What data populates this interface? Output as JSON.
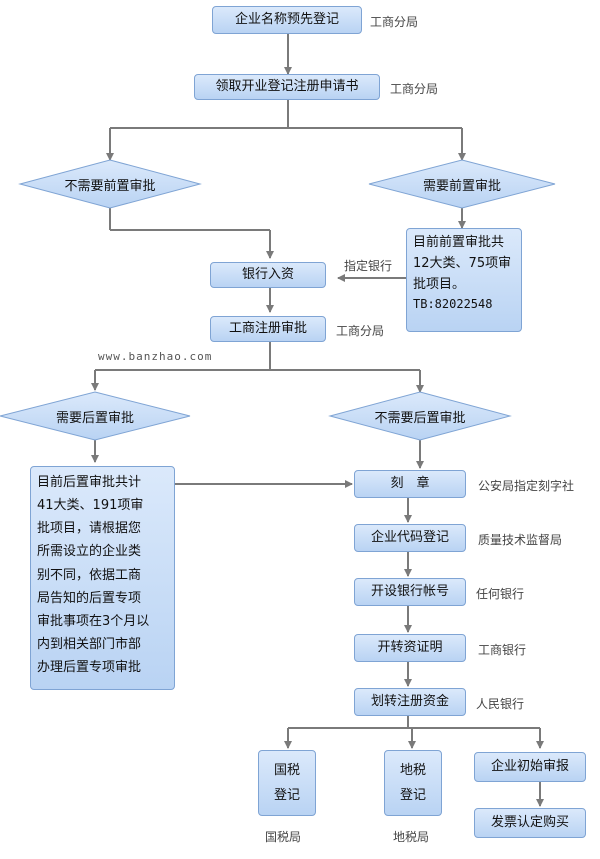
{
  "top": {
    "name_prereg": "企业名称预先登记",
    "name_prereg_note": "工商分局",
    "apply_form": "领取开业登记注册申请书",
    "apply_form_note": "工商分局"
  },
  "pre_approval": {
    "no_pre": "不需要前置审批",
    "need_pre": "需要前置审批",
    "info_lines": [
      "目前前置审批共",
      "12大类、75项审",
      "批项目。",
      "TB:82022548"
    ],
    "designated_bank": "指定银行"
  },
  "bank_deposit": "银行入资",
  "biz_review": {
    "label": "工商注册审批",
    "note": "工商分局"
  },
  "watermark": "www.banzhao.com",
  "post_approval": {
    "need_post": "需要后置审批",
    "no_post": "不需要后置审批",
    "info_lines": [
      "目前后置审批共计",
      "41大类、191项审",
      "批项目，请根据您",
      "所需设立的企业类",
      "别不同，依据工商",
      "局告知的后置专项",
      "审批事项在3个月以",
      "内到相关部门市部",
      "办理后置专项审批"
    ]
  },
  "steps": {
    "seal": "刻　章",
    "seal_note": "公安局指定刻字社",
    "org_code": "企业代码登记",
    "org_code_note": "质量技术监督局",
    "bank_account": "开设银行帐号",
    "bank_account_note": "任何银行",
    "capital_proof": "开转资证明",
    "capital_proof_note": "工商银行",
    "capital_transfer": "划转注册资金",
    "capital_transfer_note": "人民银行"
  },
  "bottom": {
    "national_tax_lines": [
      "国税",
      "登记"
    ],
    "national_tax_note": "国税局",
    "local_tax_lines": [
      "地税",
      "登记"
    ],
    "local_tax_note": "地税局",
    "initial_review": "企业初始审报",
    "invoice": "发票认定购买"
  },
  "colors": {
    "box_fill_top": "#dbe9fb",
    "box_fill_bottom": "#b9d3f3",
    "box_border": "#7fa4d4",
    "line": "#7a7a7a"
  }
}
